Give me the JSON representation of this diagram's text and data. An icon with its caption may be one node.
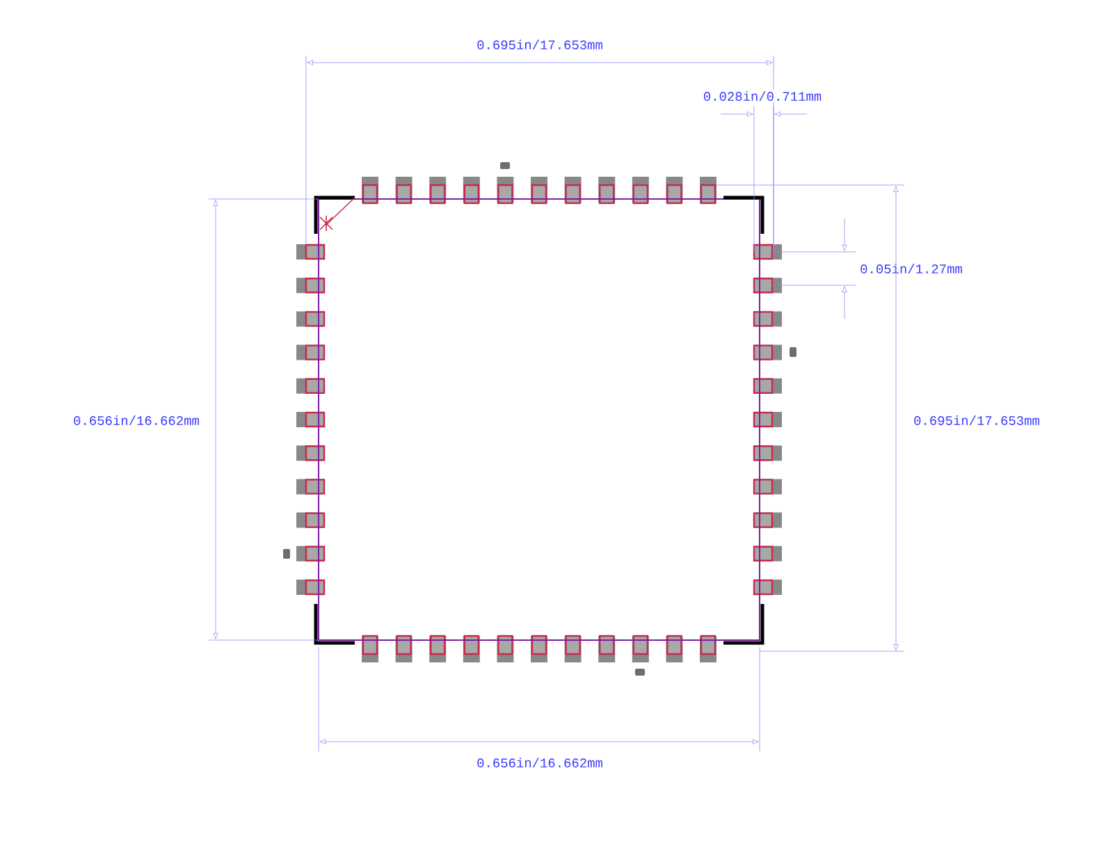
{
  "diagram": {
    "labels": [
      "0.695in/17.653mm",
      "0.028in/0.711mm",
      "0.05in/1.27mm",
      "0.656in/16.662mm",
      "0.695in/17.653mm",
      "0.656in/16.662mm"
    ]
  }
}
